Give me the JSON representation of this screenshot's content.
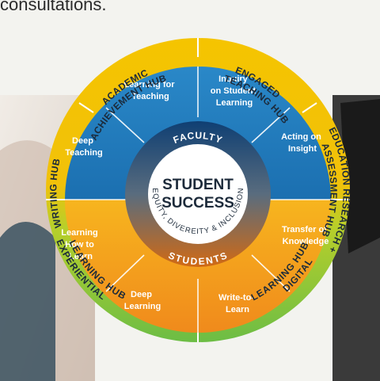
{
  "header_fragment": "consultations.",
  "center": {
    "title_line1": "STUDENT",
    "title_line2": "SUCCESS",
    "arc_text": "EQUITY, DIVEREITY & INCLUSION"
  },
  "ring": {
    "top": "FACULTY",
    "bottom": "STUDENTS"
  },
  "segments": {
    "learning_for_teaching": [
      "Learning for",
      "Teaching"
    ],
    "inquiry": [
      "Inquiry",
      "on Student",
      "Learning"
    ],
    "deep_teaching": [
      "Deep",
      "Teaching"
    ],
    "acting_on_insight": [
      "Acting on",
      "Insight"
    ],
    "learning_how_to_learn": [
      "Learning",
      "How to",
      "Learn"
    ],
    "transfer_of_knowledge": [
      "Transfer of",
      "Knowledge"
    ],
    "deep_learning": [
      "Deep",
      "Learning"
    ],
    "write_to_learn": [
      "Write-to-",
      "Learn"
    ]
  },
  "hubs": {
    "academic": [
      "ACADEMIC",
      "ACHIEVEMENT HUB"
    ],
    "engaged": [
      "ENGAGED",
      "TEACHING HUB"
    ],
    "writing": "WRITING HUB",
    "education": [
      "EDUCATION RESEARCH +",
      "ASSESSMENT HUB"
    ],
    "experiential": [
      "EXPERIENTIAL",
      "LEARNING HUB"
    ],
    "digital": [
      "DIGITAL",
      "LEARNING HUB"
    ]
  },
  "colors": {
    "outer_top": "#f5c400",
    "outer_bottom": "#7cc144",
    "segment_top": "#1e78b8",
    "segment_bottom": "#f39a1c",
    "ring": "#0f3f73",
    "center": "#ffffff"
  }
}
